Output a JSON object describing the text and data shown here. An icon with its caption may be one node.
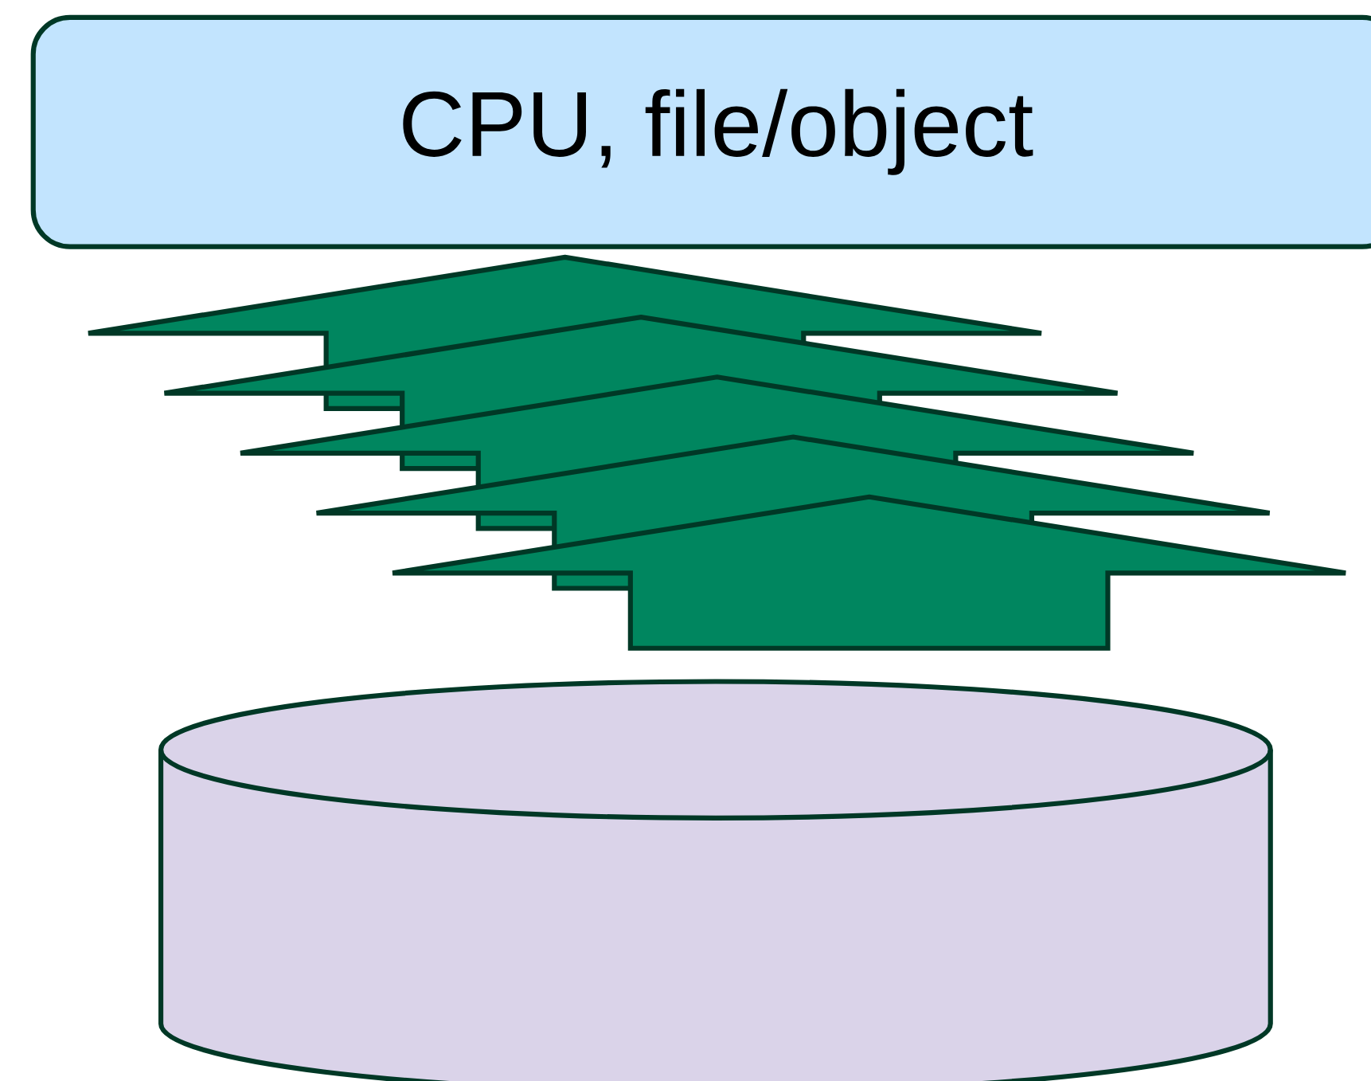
{
  "diagram": {
    "nodes": [
      {
        "text": [
          "CPU, file/object"
        ]
      },
      {
        "text": [],
        "shape": "cylinder"
      }
    ],
    "edges": [
      {
        "from": 1,
        "to": 0,
        "arrow": "to"
      },
      {
        "from": 1,
        "to": 0,
        "arrow": "to"
      },
      {
        "from": 1,
        "to": 0,
        "arrow": "to"
      },
      {
        "from": 1,
        "to": 0,
        "arrow": "to"
      },
      {
        "from": 1,
        "to": 0,
        "arrow": "to"
      }
    ]
  }
}
